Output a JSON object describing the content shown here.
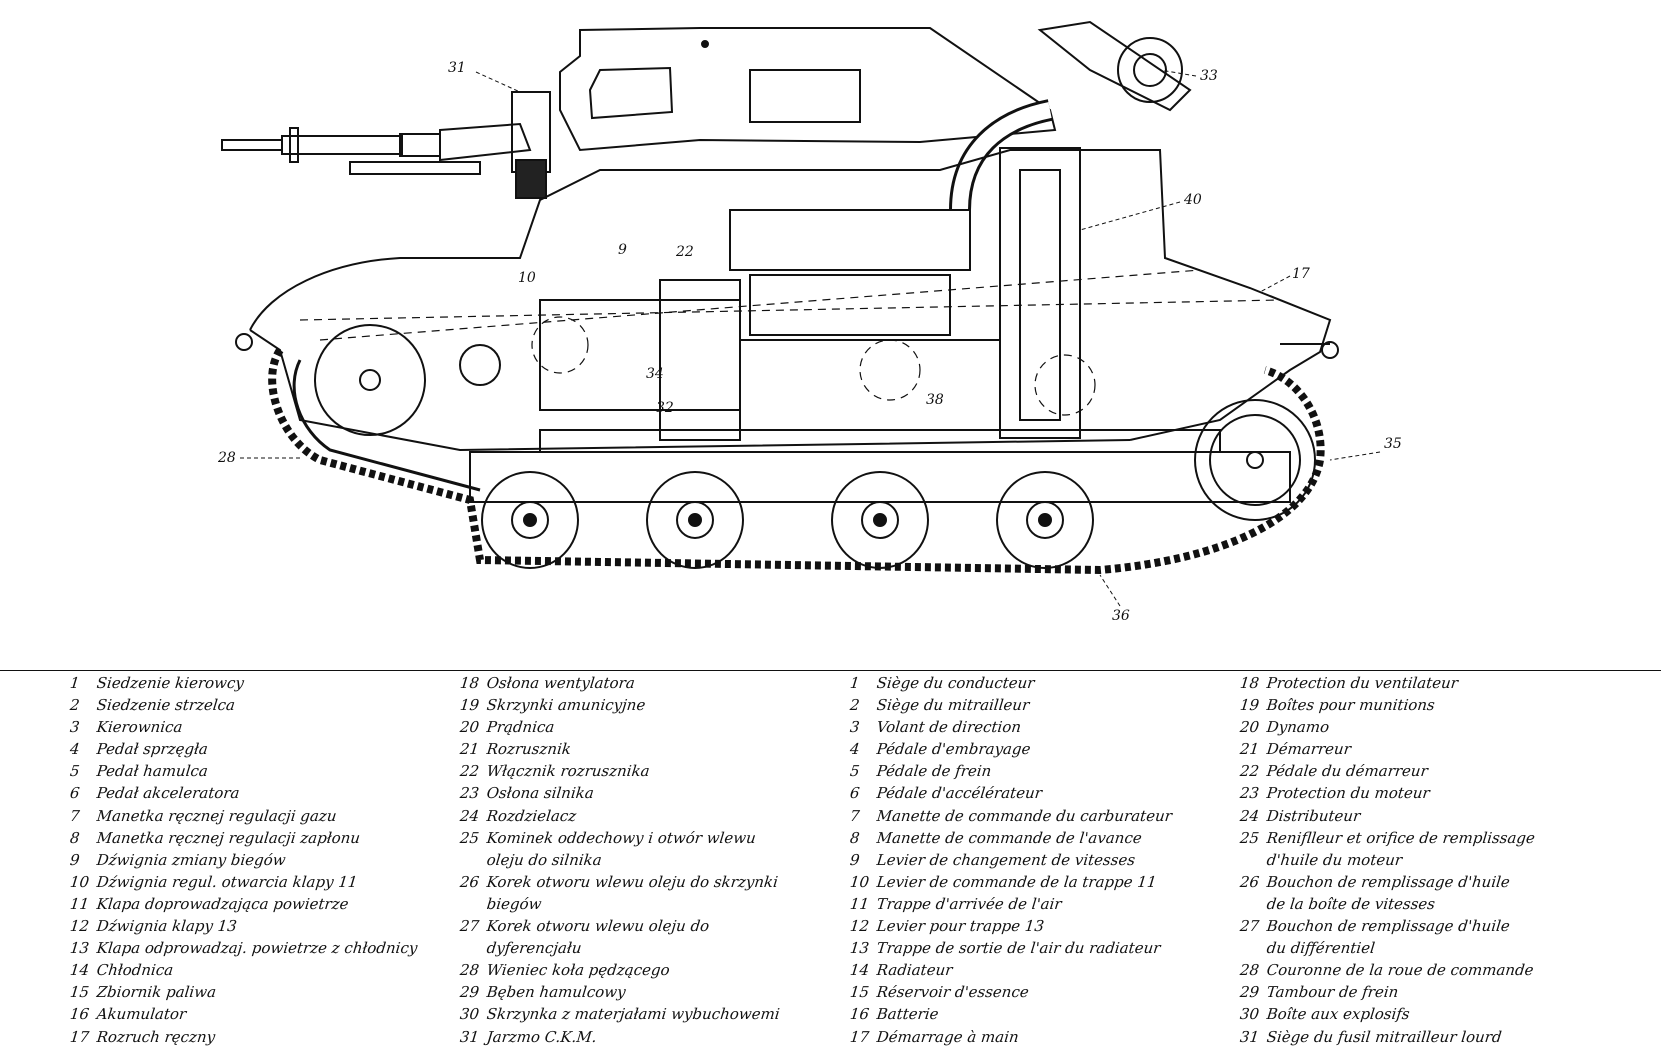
{
  "callouts": [
    "31",
    "33",
    "40",
    "17",
    "10",
    "9",
    "22",
    "34",
    "32",
    "38",
    "28",
    "35",
    "36"
  ],
  "legend": {
    "polish_col1": [
      {
        "n": "1",
        "t": "Siedzenie kierowcy"
      },
      {
        "n": "2",
        "t": "Siedzenie strzelca"
      },
      {
        "n": "3",
        "t": "Kierownica"
      },
      {
        "n": "4",
        "t": "Pedał sprzęgła"
      },
      {
        "n": "5",
        "t": "Pedał hamulca"
      },
      {
        "n": "6",
        "t": "Pedał akceleratora"
      },
      {
        "n": "7",
        "t": "Manetka ręcznej regulacji gazu"
      },
      {
        "n": "8",
        "t": "Manetka ręcznej regulacji zapłonu"
      },
      {
        "n": "9",
        "t": "Dźwignia zmiany biegów"
      },
      {
        "n": "10",
        "t": "Dźwignia regul. otwarcia klapy 11"
      },
      {
        "n": "11",
        "t": "Klapa doprowadzająca powietrze"
      },
      {
        "n": "12",
        "t": "Dźwignia klapy 13"
      },
      {
        "n": "13",
        "t": "Klapa odprowadzaj. powietrze z chłodnicy"
      },
      {
        "n": "14",
        "t": "Chłodnica"
      },
      {
        "n": "15",
        "t": "Zbiornik paliwa"
      },
      {
        "n": "16",
        "t": "Akumulator"
      },
      {
        "n": "17",
        "t": "Rozruch ręczny"
      }
    ],
    "polish_col2": [
      {
        "n": "18",
        "t": "Osłona wentylatora"
      },
      {
        "n": "19",
        "t": "Skrzynki amunicyjne"
      },
      {
        "n": "20",
        "t": "Prądnica"
      },
      {
        "n": "21",
        "t": "Rozrusznik"
      },
      {
        "n": "22",
        "t": "Włącznik rozrusznika"
      },
      {
        "n": "23",
        "t": "Osłona silnika"
      },
      {
        "n": "24",
        "t": "Rozdzielacz"
      },
      {
        "n": "25",
        "t": "Kominek oddechowy i otwór wlewu"
      },
      {
        "n": "",
        "t": "oleju do silnika"
      },
      {
        "n": "26",
        "t": "Korek otworu wlewu oleju do skrzynki"
      },
      {
        "n": "",
        "t": "biegów"
      },
      {
        "n": "27",
        "t": "Korek otworu wlewu oleju do"
      },
      {
        "n": "",
        "t": "dyferencjału"
      },
      {
        "n": "28",
        "t": "Wieniec koła pędzącego"
      },
      {
        "n": "29",
        "t": "Bęben hamulcowy"
      },
      {
        "n": "30",
        "t": "Skrzynka z materjałami wybuchowemi"
      },
      {
        "n": "31",
        "t": "Jarzmo C.K.M."
      }
    ],
    "french_col1": [
      {
        "n": "1",
        "t": "Siège du conducteur"
      },
      {
        "n": "2",
        "t": "Siège du mitrailleur"
      },
      {
        "n": "3",
        "t": "Volant de direction"
      },
      {
        "n": "4",
        "t": "Pédale d'embrayage"
      },
      {
        "n": "5",
        "t": "Pédale de frein"
      },
      {
        "n": "6",
        "t": "Pédale d'accélérateur"
      },
      {
        "n": "7",
        "t": "Manette de commande du carburateur"
      },
      {
        "n": "8",
        "t": "Manette de commande de l'avance"
      },
      {
        "n": "9",
        "t": "Levier de changement de vitesses"
      },
      {
        "n": "10",
        "t": "Levier de commande de la trappe 11"
      },
      {
        "n": "11",
        "t": "Trappe d'arrivée de l'air"
      },
      {
        "n": "12",
        "t": "Levier pour trappe 13"
      },
      {
        "n": "13",
        "t": "Trappe de sortie de l'air du radiateur"
      },
      {
        "n": "14",
        "t": "Radiateur"
      },
      {
        "n": "15",
        "t": "Réservoir d'essence"
      },
      {
        "n": "16",
        "t": "Batterie"
      },
      {
        "n": "17",
        "t": "Démarrage à main"
      }
    ],
    "french_col2": [
      {
        "n": "18",
        "t": "Protection du ventilateur"
      },
      {
        "n": "19",
        "t": "Boîtes pour munitions"
      },
      {
        "n": "20",
        "t": "Dynamo"
      },
      {
        "n": "21",
        "t": "Démarreur"
      },
      {
        "n": "22",
        "t": "Pédale du démarreur"
      },
      {
        "n": "23",
        "t": "Protection du moteur"
      },
      {
        "n": "24",
        "t": "Distributeur"
      },
      {
        "n": "25",
        "t": "Reniflleur et orifice de remplissage"
      },
      {
        "n": "",
        "t": "d'huile du moteur"
      },
      {
        "n": "26",
        "t": "Bouchon de remplissage d'huile"
      },
      {
        "n": "",
        "t": "de la boîte de vitesses"
      },
      {
        "n": "27",
        "t": "Bouchon de remplissage d'huile"
      },
      {
        "n": "",
        "t": "du différentiel"
      },
      {
        "n": "28",
        "t": "Couronne de la roue de commande"
      },
      {
        "n": "29",
        "t": "Tambour de frein"
      },
      {
        "n": "30",
        "t": "Boîte aux explosifs"
      },
      {
        "n": "31",
        "t": "Siège du fusil mitrailleur lourd"
      }
    ]
  }
}
